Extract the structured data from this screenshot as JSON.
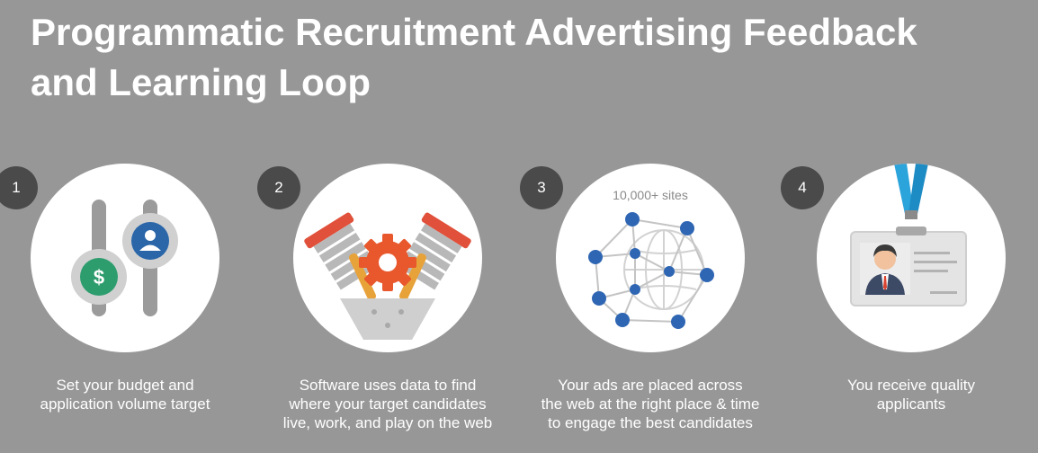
{
  "title": {
    "line1": "Programmatic Recruitment Advertising Feedback",
    "line2": "and Learning Loop"
  },
  "steps": [
    {
      "number": "1",
      "icon": "budget-slider-icon",
      "caption": [
        "Set your budget and",
        "application volume target"
      ]
    },
    {
      "number": "2",
      "icon": "engine-gear-icon",
      "caption": [
        "Software uses data to find",
        "where your target candidates",
        "live, work, and play on the web"
      ]
    },
    {
      "number": "3",
      "icon": "network-globe-icon",
      "sites_label": "10,000+ sites",
      "caption": [
        "Your ads are placed across",
        "the web at the right place & time",
        "to engage the best candidates"
      ]
    },
    {
      "number": "4",
      "icon": "id-badge-icon",
      "caption": [
        "You receive quality",
        "applicants"
      ]
    }
  ],
  "colors": {
    "background": "#979797",
    "badge": "#4a4a4a",
    "dollar_green": "#2e9d6e",
    "user_blue": "#2a66a8",
    "engine_red": "#e0503a",
    "gear_orange": "#e8582c",
    "network_blue": "#2f66b3",
    "lanyard_blue": "#2ba3db"
  }
}
